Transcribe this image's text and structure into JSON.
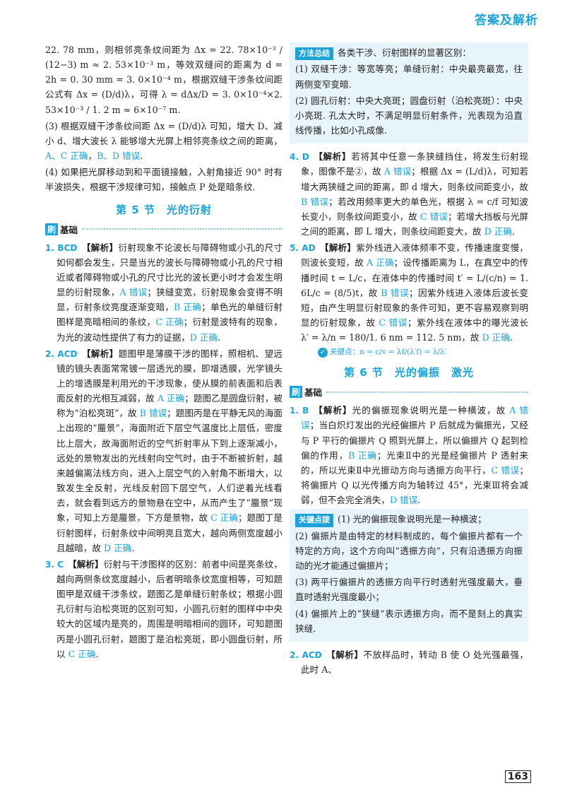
{
  "header": "答案及解析",
  "page_number": "163",
  "left": [
    {
      "text": "22. 78 mm，则相邻亮条纹间距为 Δx = 22. 78×10⁻³ / (12−3) m ≈ 2. 53×10⁻³ m，等效双缝间的距离为 d = 2h = 0. 30 mm = 3. 0×10⁻⁴ m，根据双缝干涉条纹间距公式有 Δx = (D/d)λ，可得 λ = dΔx/D = 3. 0×10⁻⁴×2. 53×10⁻³ / 1. 2 m ≈ 6×10⁻⁷ m."
    },
    {
      "text": "(3) 根据双缝干涉条纹间距 Δx = (D/d)λ 可知，增大 D、减小 d、增大波长 λ 能够增大光屏上相邻亮条纹之间的距离，",
      "ok": "A、C 正确",
      "tail": "，",
      "ok2": "B、D 错误",
      "tail2": "."
    },
    {
      "text": "(4) 如果把光屏移动到和平面镜接触，入射角接近 90° 时有半波损失，根据干涉规律可知，接触点 P 处是暗条纹."
    }
  ],
  "section5": "第 5 节　光的衍射",
  "sub_label": "刷",
  "sub_text": "基础",
  "q1": {
    "num": "1. BCD",
    "tag": "【解析】",
    "body": "衍射现象不论波长与障碍物或小孔的尺寸如何都会发生，只是当光的波长与障碍物或小孔的尺寸相近或者障碍物或小孔的尺寸比光的波长更小时才会发生明显的衍射现象，",
    "a": "A 错误",
    "b1": "；狭缝变宽，衍射现象会变得不明显，衍射条纹亮度逐渐变暗，",
    "b": "B 正确",
    "c1": "；单色光的单缝衍射图样是亮暗相间的条纹，",
    "c": "C 正确",
    "d1": "；衍射是波特有的现象，为光的波动性提供了有力的证据，",
    "d": "D 正确",
    "end": "."
  },
  "q2": {
    "num": "2. ACD",
    "tag": "【解析】",
    "body": "题图甲是薄膜干涉的图样，照相机、望远镜的镜头表面常常镀一层透光的膜，即增透膜，光学镜头上的增透膜是利用光的干涉现象，使从膜的前表面和后表面反射的光相互减弱，故 ",
    "a": "A 正确",
    "b1": "；题图乙是圆盘衍射，被称为“泊松亮斑”，故 ",
    "b": "B 错误",
    "c1": "；题图丙是在平静无风的海面上出现的“蜃景”，海面附近下层空气温度比上层低，密度比上层大，故海面附近的空气折射率从下到上逐渐减小，远处的景物发出的光线射向空气时，由于不断被折射，越来越偏离法线方向，进入上层空气的入射角不断增大，以致发生全反射，光线反射回下层空气，人们逆着光线看去，就会看到远方的景物悬在空中，从而产生了“蜃景”现象，可知上方是蜃景，下方是景物，故 ",
    "c": "C 正确",
    "d1": "；题图丁是衍射图样，衍射条纹中间明亮且宽大，越向两侧宽度越小且越暗，故 ",
    "d": "D 正确",
    "end": "."
  },
  "q3": {
    "num": "3. C",
    "tag": "【解析】",
    "body": "衍射与干涉图样的区别：前者中间是亮条纹，越向两侧条纹宽度越小，后者明暗条纹宽度相等，可知题图甲是双缝干涉条纹，题图乙是单缝衍射条纹；根据小圆孔衍射与泊松亮斑的区别可知，小圆孔衍射的图样中中央较大的区域内是亮的，周围是明暗相间的圆环，可知题图丙是小圆孔衍射，题图丁是泊松亮斑，即小圆盘衍射，所以 ",
    "c": "C 正确",
    "end": "."
  },
  "method": {
    "badge": "方法总结",
    "intro": "各类干涉、衍射图样的显著区别：",
    "items": [
      "(1) 双缝干涉：等宽等亮；单缝衍射：中央最亮最宽，往两侧变窄变暗.",
      "(2) 圆孔衍射：中央大亮斑；圆盘衍射（泊松亮斑）：中央小亮斑. 孔太大时，不满足明显衍射条件，光表现为沿直线传播，比如小孔成像."
    ]
  },
  "q4": {
    "num": "4. D",
    "tag": "【解析】",
    "body": "若将其中任意一条狭缝挡住，将发生衍射现象，图像不是②，故 ",
    "a": "A 错误",
    "b1": "；根据 Δx = (L/d)λ，可知若增大两狭缝之间的距离，即 d 增大，则条纹间距变小，故 ",
    "b": "B 错误",
    "c1": "；若改用频率更大的单色光，根据 λ = c/f 可知波长变小，则条纹间距变小，故 ",
    "c": "C 错误",
    "d1": "；若增大挡板与光屏之间的距离，即 L 增大，则条纹间距变大，故 ",
    "d": "D 正确",
    "end": "."
  },
  "q5": {
    "num": "5. AD",
    "tag": "【解析】",
    "body": "紫外线进入液体频率不变，传播速度变慢，则波长变短，故 ",
    "a": "A 正确",
    "b1": "；设传播距离为 L，在真空中的传播时间 t = L/c，在液体中的传播时间 t′ = L/(c/n) = 1. 6L/c = (8/5)t，故 ",
    "b": "B 错误",
    "c1": "；因紫外线进入液体后波长变短，由产生明显衍射现象的条件可知，更不容易观察到明显的衍射现象，故 ",
    "c": "C 错误",
    "d1": "；紫外线在液体中的曝光波长 λ′ = λ/n = 180/1. 6 nm = 112. 5 nm，故 ",
    "d": "D 正确",
    "end": "."
  },
  "keypoint": {
    "label": "关键点",
    "formula": "n = c/v = λf/(λ′f) = λ/λ′"
  },
  "section6": "第 6 节　光的偏振　激光",
  "q6": {
    "num": "1. B",
    "tag": "【解析】",
    "body": "光的偏振现象说明光是一种横波，故 ",
    "a": "A 错误",
    "b1": "；当白炽灯发出的光经偏振片 P 后就成为偏振光，又经与 P 平行的偏振片 Q 照到光屏上，所以偏振片 Q 起到检偏的作用，",
    "b": "B 正确",
    "c1": "；光束Ⅱ中的光是经偏振片 P 透射来的，所以光束Ⅱ中光振动方向与透振方向平行，",
    "c": "C 错误",
    "d1": "；将偏振片 Q 以光传播方向为轴转过 45°，光束Ⅲ将会减弱，但不会完全消失，",
    "d": "D 错误",
    "end": "."
  },
  "tips": {
    "badge": "关键点拨",
    "items": [
      "(1) 光的偏振现象说明光是一种横波；",
      "(2) 偏振片是由特定的材料制成的，每个偏振片都有一个特定的方向，这个方向叫“透振方向”，只有沿透振方向振动的光才能通过偏振片；",
      "(3) 两平行偏振片的透振方向平行时透射光强度最大，垂直时透射光强度最小；",
      "(4) 偏振片上的“狭缝”表示透振方向，而不是刻上的真实狭缝."
    ]
  },
  "q7": {
    "num": "2. ACD",
    "tag": "【解析】",
    "body": "不放样品时，转动 B 使 O 处光强最强，此时 A、"
  }
}
